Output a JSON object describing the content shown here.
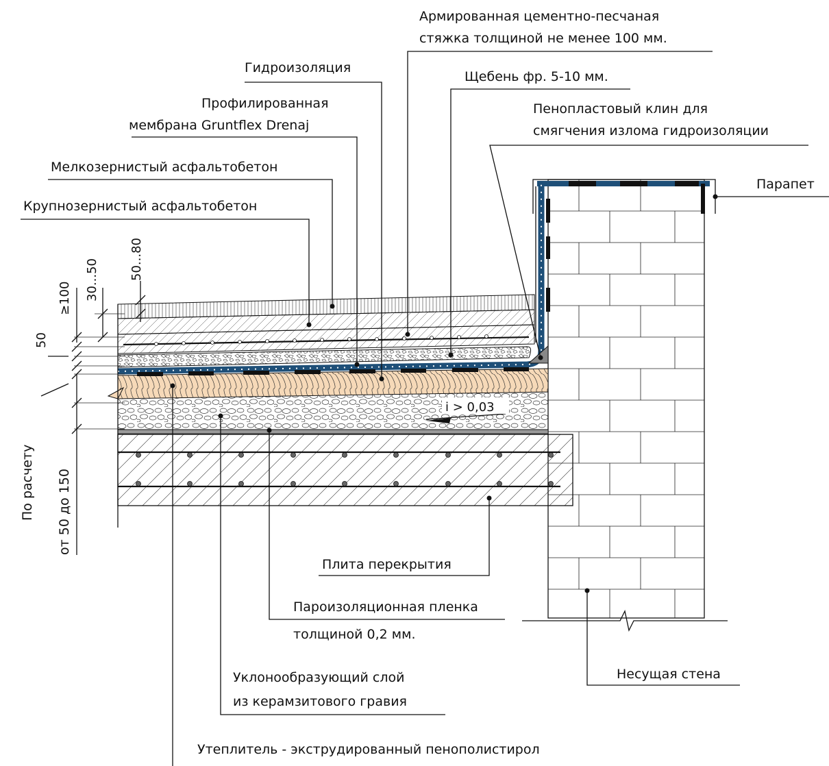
{
  "labels": {
    "screed": [
      "Армированная цементно-песчаная",
      "стяжка толщиной не менее 100 мм."
    ],
    "waterproofing": "Гидроизоляция",
    "crushed_stone": "Щебень фр. 5-10 мм.",
    "membrane": [
      "Профилированная",
      "мембрана Gruntflex Drenaj"
    ],
    "foam_wedge": [
      "Пенопластовый клин для",
      "смягчения излома гидроизоляции"
    ],
    "fine_asphalt": "Мелкозернистый асфальтобетон",
    "coarse_asphalt": "Крупнозернистый асфальтобетон",
    "parapet": "Парапет",
    "slab": "Плита перекрытия",
    "vapor_barrier": [
      "Пароизоляционная пленка",
      "толщиной 0,2 мм."
    ],
    "load_wall": "Несущая стена",
    "slope_layer": [
      "Уклонообразующий слой",
      "из керамзитового гравия"
    ],
    "insulation": "Утеплитель - экструдированный пенополистирол"
  },
  "dimensions": {
    "d_50_80": "50...80",
    "d_30_50": "30...50",
    "d_100": "≥100",
    "d_50": "50",
    "d_calc": "По расчету",
    "d_50_150": "от 50 до 150"
  },
  "slope_text": "i > 0,03",
  "colors": {
    "membrane_blue": "#1e4f78",
    "insulation_fill": "#f6d9b8",
    "slab_fill": "#ffffff",
    "line": "#111111"
  }
}
